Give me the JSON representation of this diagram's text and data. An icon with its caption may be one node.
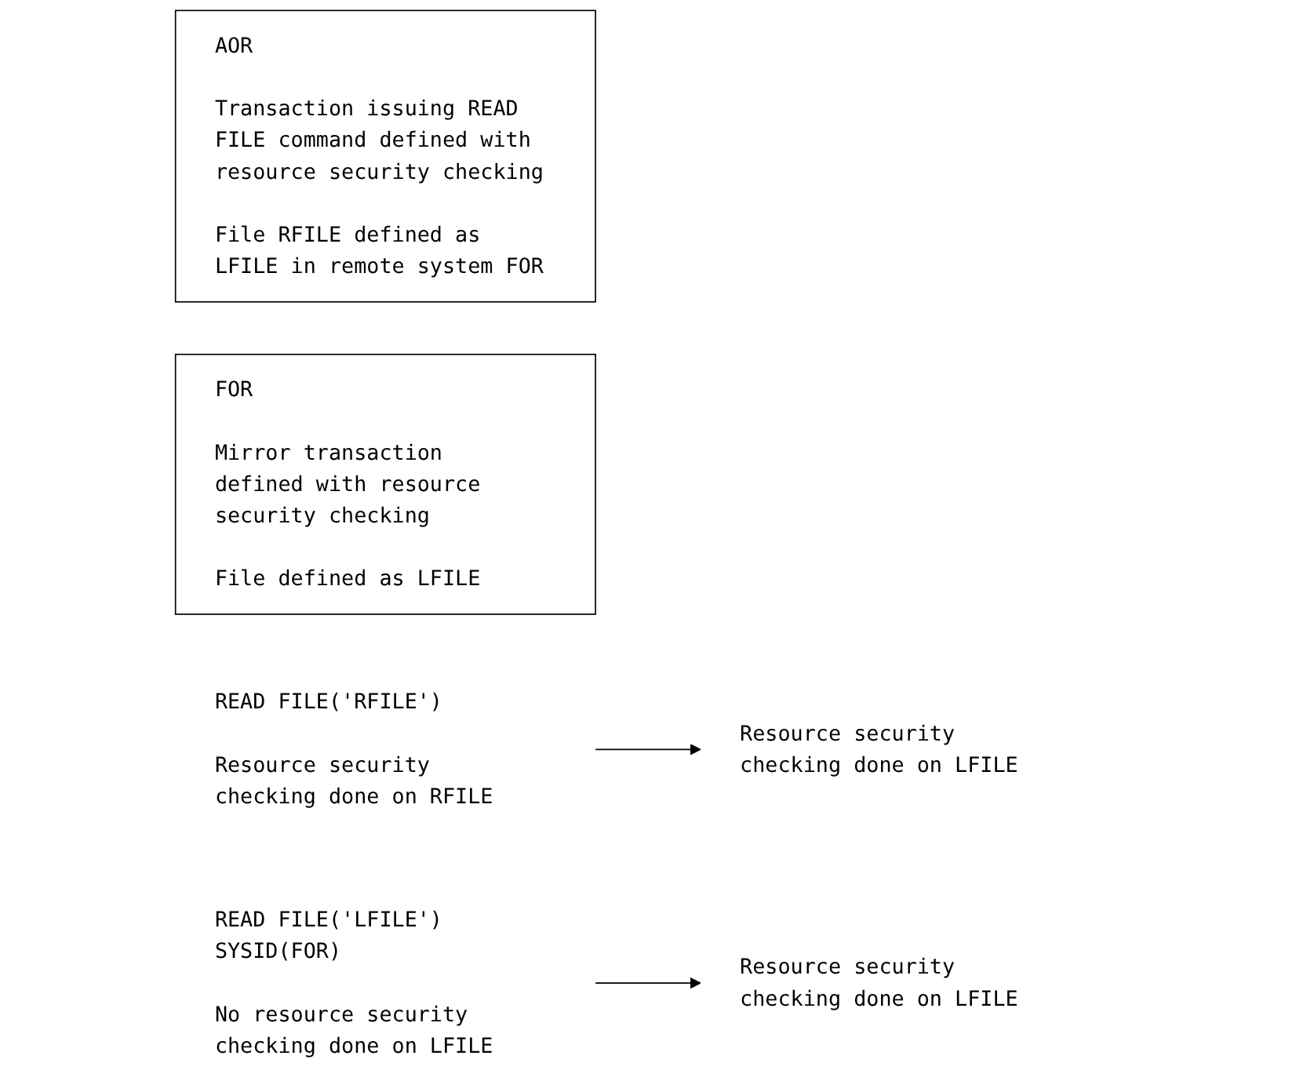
{
  "diagram": {
    "nodes": [
      {
        "text": [
          "AOR",
          "Transaction issuing READ FILE command defined with resource security checking",
          "File RFILE defined as LFILE in remote system FOR"
        ]
      },
      {
        "text": [
          "FOR",
          "Mirror transaction defined with resource security checking",
          "File defined as LFILE"
        ]
      },
      {
        "text": [
          "READ FILE('RFILE')",
          "Resource security checking done on RFILE"
        ]
      },
      {
        "text": [
          "Resource security checking done on LFILE"
        ]
      },
      {
        "text": [
          "READ FILE('LFILE') SYSID(FOR)",
          "No resource security checking done on LFILE"
        ]
      },
      {
        "text": [
          "Resource security checking done on LFILE"
        ]
      }
    ],
    "edges": [
      {
        "from": 2,
        "to": 3,
        "arrow": "to"
      },
      {
        "from": 4,
        "to": 5,
        "arrow": "to"
      }
    ]
  }
}
